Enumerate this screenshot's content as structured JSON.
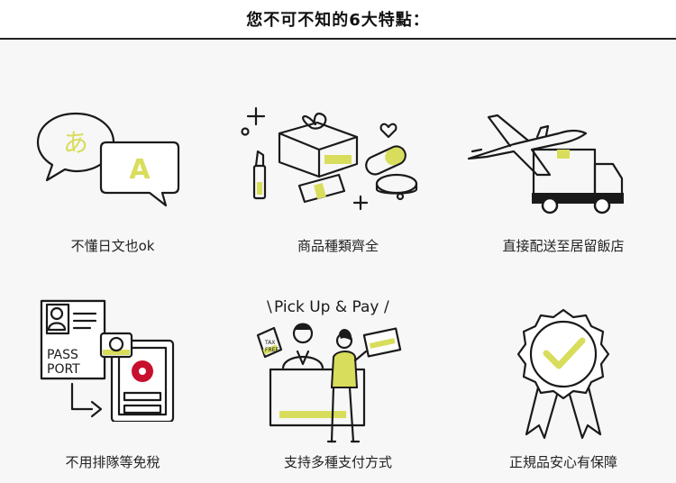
{
  "header": {
    "title": "您不可不知的6大特點："
  },
  "features": [
    {
      "label": "不懂日文也ok",
      "icon": "speech-bubbles-icon",
      "glyph_a": "あ",
      "glyph_b": "A"
    },
    {
      "label": "商品種類齊全",
      "icon": "products-icon"
    },
    {
      "label": "直接配送至居留飯店",
      "icon": "airplane-truck-icon"
    },
    {
      "label": "不用排隊等免稅",
      "icon": "passport-phone-icon",
      "passport_line1": "PASS",
      "passport_line2": "PORT"
    },
    {
      "label": "支持多種支付方式",
      "icon": "pickup-pay-icon",
      "banner": "Pick Up & Pay",
      "tag_line1": "TAX",
      "tag_line2": "FREE"
    },
    {
      "label": "正規品安心有保障",
      "icon": "check-badge-icon"
    }
  ],
  "colors": {
    "accent": "#d8dd5c",
    "ink": "#1a1a1a"
  }
}
